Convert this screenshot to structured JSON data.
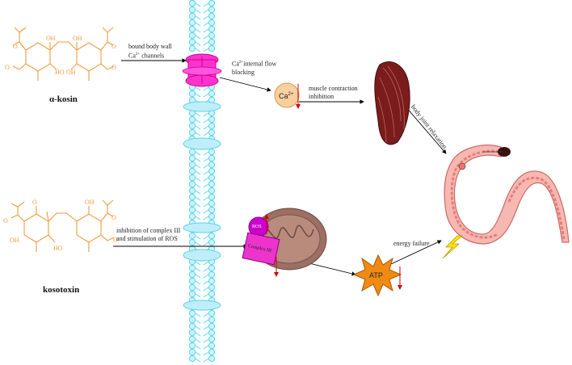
{
  "compounds": {
    "top_name": "α-kosin",
    "bottom_name": "kosotoxin",
    "structure_color": "#f39a3c"
  },
  "labels": {
    "ca_channel_line1": "bound body wall",
    "ca_channel_line2_prefix": "Ca",
    "ca_channel_line2_sup": "2+",
    "ca_channel_line2_suffix": " channels",
    "ca_flow_sup": "2+",
    "ca_flow_line1_prefix": "Ca",
    "ca_flow_line1_suffix": "internal flow",
    "ca_flow_line2": "blocking",
    "muscle_line1": "muscle contraction",
    "muscle_line2": "inhibition",
    "relaxation": "body joint relaxation",
    "complex_line1": "inhibition of complex III",
    "complex_line2": "and stimulation of ROS",
    "energy": "energy failure",
    "ca_ion": "Ca",
    "ca_ion_sup": "2+",
    "ros": "ROS",
    "complex3": "Complex III",
    "atp": "ATP"
  },
  "colors": {
    "membrane": "#5fd3ea",
    "membrane_fill": "#c9f3fb",
    "channel": "#ff33cc",
    "ca_ball": "#f9cf9e",
    "mito": "#9b6f62",
    "muscle": "#7a1c1c",
    "worm": "#f4a9a4",
    "atp": "#f08a12",
    "arrow_red": "#d60000",
    "bolt": "#ffe600"
  }
}
